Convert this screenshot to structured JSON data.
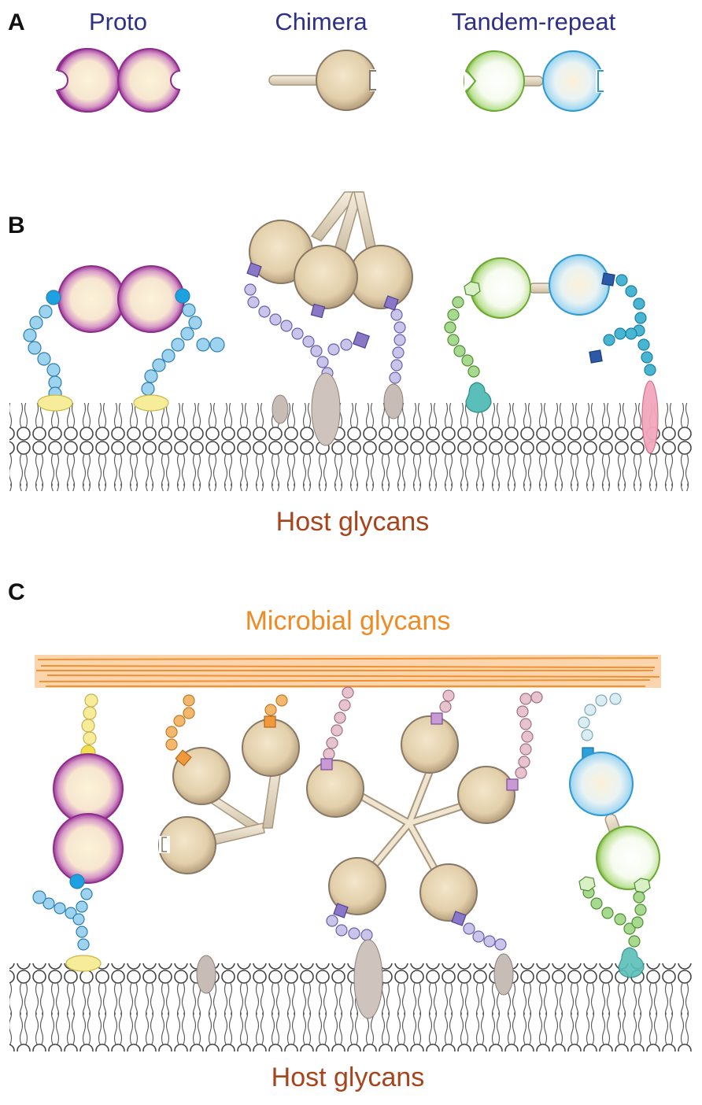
{
  "figure": {
    "panels": {
      "a": "A",
      "b": "B",
      "c": "C"
    },
    "galectin_types": {
      "proto": "Proto",
      "chimera": "Chimera",
      "tandem": "Tandem-repeat"
    },
    "host_glycans_label": "Host glycans",
    "microbial_glycans_label": "Microbial glycans"
  },
  "colors": {
    "type_label": "#2e2f86",
    "host_glycans": "#a8431b",
    "microbial_glycans": "#f08a24",
    "proto_rim": "#8e2c8e",
    "chimera_rim": "#8a7865",
    "tandem_green": "#7dbb3c",
    "tandem_blue": "#3aa9dc",
    "sugar_light_blue": "#9ed3f0",
    "sugar_lavender": "#b9b4e0",
    "sugar_purple": "#8a78c7",
    "sugar_green": "#8cc878",
    "sugar_teal": "#3ab0c8",
    "sugar_navy": "#2c5aa8",
    "sugar_yellow": "#f6ec9a",
    "sugar_orange": "#f5b76b",
    "sugar_pink": "#e6c3cf",
    "membrane_outline": "#444444"
  }
}
